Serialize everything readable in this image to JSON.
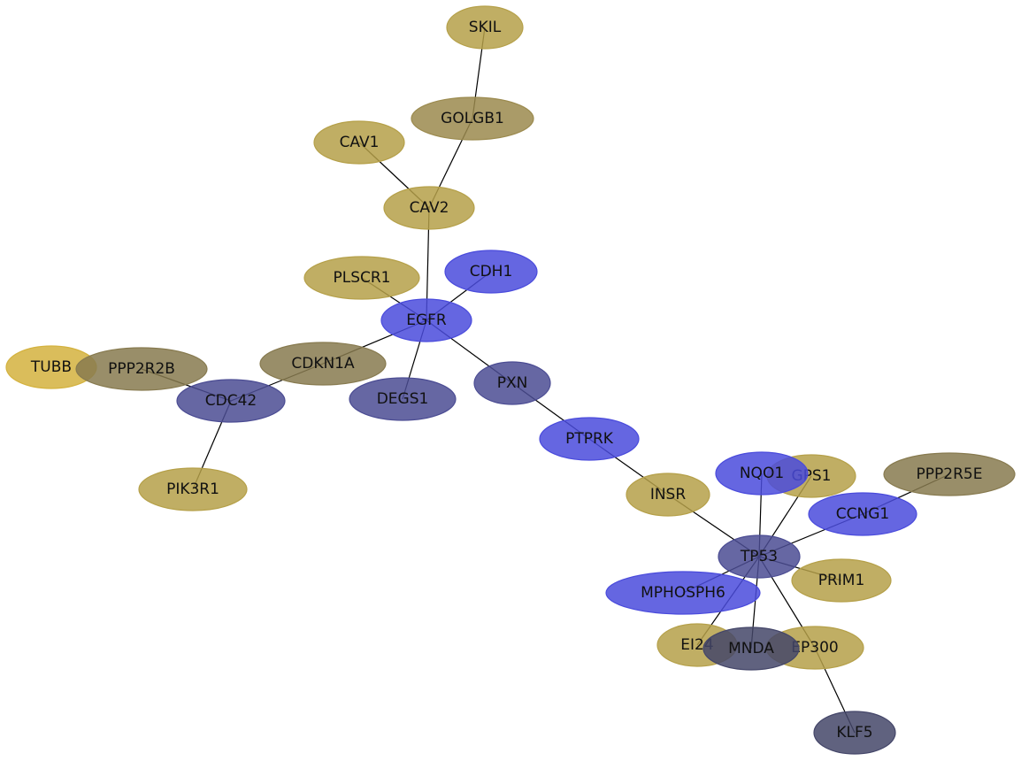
{
  "palette": {
    "gold": "#b5a049",
    "olive": "#9b8a4e",
    "khaki": "#877a4f",
    "blue": "#4a4bdc",
    "slate": "#4b4c93",
    "dark": "#444669",
    "yellow": "#d4b23e"
  },
  "nodes": [
    {
      "id": "SKIL",
      "label": "SKIL",
      "color": "gold",
      "opacity": 0.85
    },
    {
      "id": "GOLGB1",
      "label": "GOLGB1",
      "color": "olive",
      "opacity": 0.85
    },
    {
      "id": "CAV1",
      "label": "CAV1",
      "color": "gold",
      "opacity": 0.85
    },
    {
      "id": "CAV2",
      "label": "CAV2",
      "color": "gold",
      "opacity": 0.85
    },
    {
      "id": "PLSCR1",
      "label": "PLSCR1",
      "color": "gold",
      "opacity": 0.85
    },
    {
      "id": "CDH1",
      "label": "CDH1",
      "color": "blue",
      "opacity": 0.85
    },
    {
      "id": "EGFR",
      "label": "EGFR",
      "color": "blue",
      "opacity": 0.85
    },
    {
      "id": "TUBB",
      "label": "TUBB",
      "color": "yellow",
      "opacity": 0.85
    },
    {
      "id": "PPP2R2B",
      "label": "PPP2R2B",
      "color": "khaki",
      "opacity": 0.85
    },
    {
      "id": "CDKN1A",
      "label": "CDKN1A",
      "color": "khaki",
      "opacity": 0.85
    },
    {
      "id": "CDC42",
      "label": "CDC42",
      "color": "slate",
      "opacity": 0.85
    },
    {
      "id": "DEGS1",
      "label": "DEGS1",
      "color": "slate",
      "opacity": 0.85
    },
    {
      "id": "PXN",
      "label": "PXN",
      "color": "slate",
      "opacity": 0.85
    },
    {
      "id": "PTPRK",
      "label": "PTPRK",
      "color": "blue",
      "opacity": 0.85
    },
    {
      "id": "PIK3R1",
      "label": "PIK3R1",
      "color": "gold",
      "opacity": 0.85
    },
    {
      "id": "INSR",
      "label": "INSR",
      "color": "gold",
      "opacity": 0.85
    },
    {
      "id": "GPS1",
      "label": "GPS1",
      "color": "gold",
      "opacity": 0.85
    },
    {
      "id": "NQO1",
      "label": "NQO1",
      "color": "blue",
      "opacity": 0.85
    },
    {
      "id": "PPP2R5E",
      "label": "PPP2R5E",
      "color": "khaki",
      "opacity": 0.85
    },
    {
      "id": "CCNG1",
      "label": "CCNG1",
      "color": "blue",
      "opacity": 0.85
    },
    {
      "id": "TP53",
      "label": "TP53",
      "color": "slate",
      "opacity": 0.85
    },
    {
      "id": "PRIM1",
      "label": "PRIM1",
      "color": "gold",
      "opacity": 0.85
    },
    {
      "id": "MPHOSPH6",
      "label": "MPHOSPH6",
      "color": "blue",
      "opacity": 0.85
    },
    {
      "id": "EI24",
      "label": "EI24",
      "color": "gold",
      "opacity": 0.85
    },
    {
      "id": "EP300",
      "label": "EP300",
      "color": "gold",
      "opacity": 0.85
    },
    {
      "id": "MNDA",
      "label": "MNDA",
      "color": "dark",
      "opacity": 0.85
    },
    {
      "id": "KLF5",
      "label": "KLF5",
      "color": "dark",
      "opacity": 0.85
    }
  ],
  "edges": [
    [
      "SKIL",
      "GOLGB1"
    ],
    [
      "GOLGB1",
      "CAV2"
    ],
    [
      "CAV1",
      "CAV2"
    ],
    [
      "CAV2",
      "EGFR"
    ],
    [
      "PLSCR1",
      "EGFR"
    ],
    [
      "CDH1",
      "EGFR"
    ],
    [
      "EGFR",
      "CDKN1A"
    ],
    [
      "EGFR",
      "DEGS1"
    ],
    [
      "EGFR",
      "PXN"
    ],
    [
      "CDKN1A",
      "CDC42"
    ],
    [
      "PPP2R2B",
      "CDC42"
    ],
    [
      "CDC42",
      "PIK3R1"
    ],
    [
      "PXN",
      "PTPRK"
    ],
    [
      "PTPRK",
      "INSR"
    ],
    [
      "INSR",
      "TP53"
    ],
    [
      "NQO1",
      "TP53"
    ],
    [
      "GPS1",
      "TP53"
    ],
    [
      "CCNG1",
      "TP53"
    ],
    [
      "PPP2R5E",
      "CCNG1"
    ],
    [
      "TP53",
      "PRIM1"
    ],
    [
      "TP53",
      "MPHOSPH6"
    ],
    [
      "TP53",
      "EI24"
    ],
    [
      "TP53",
      "MNDA"
    ],
    [
      "TP53",
      "EP300"
    ],
    [
      "EP300",
      "KLF5"
    ]
  ]
}
